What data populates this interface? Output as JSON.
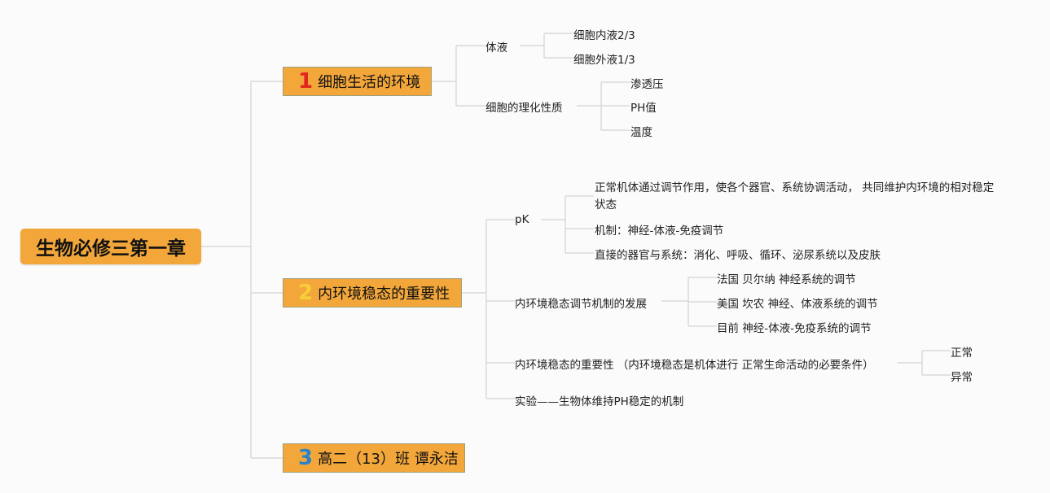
{
  "root": "生物必修三第一章",
  "branches": [
    {
      "num": "1",
      "label": "细胞生活的环境",
      "num_color": "#e0271f"
    },
    {
      "num": "2",
      "label": "内环境稳态的重要性",
      "num_color": "#f7cf3a"
    },
    {
      "num": "3",
      "label": "高二（13）班 谭永洁",
      "num_color": "#2a83c7"
    }
  ],
  "b1": {
    "tiye": "体液",
    "tiye_children": [
      "细胞内液2/3",
      "细胞外液1/3"
    ],
    "lihua": "细胞的理化性质",
    "lihua_children": [
      "渗透压",
      "PH值",
      "温度"
    ]
  },
  "b2": {
    "pk": "pK",
    "pk_children": [
      "正常机体通过调节作用，使各个器官、系统协调活动， 共同维护内环境的相对稳定状态",
      "机制：神经-体液-免疫调节",
      "直接的器官与系统：消化、呼吸、循环、泌尿系统以及皮肤"
    ],
    "dev": "内环境稳态调节机制的发展",
    "dev_children": [
      "法国 贝尔纳 神经系统的调节",
      "美国 坎农 神经、体液系统的调节",
      "目前 神经-体液-免疫系统的调节"
    ],
    "imp": "内环境稳态的重要性 （内环境稳态是机体进行 正常生命活动的必要条件）",
    "imp_children": [
      "正常",
      "异常"
    ],
    "exp": "实验——生物体维持PH稳定的机制"
  },
  "colors": {
    "node_fill": "#f3a73b",
    "line": "#d9d9d9"
  }
}
